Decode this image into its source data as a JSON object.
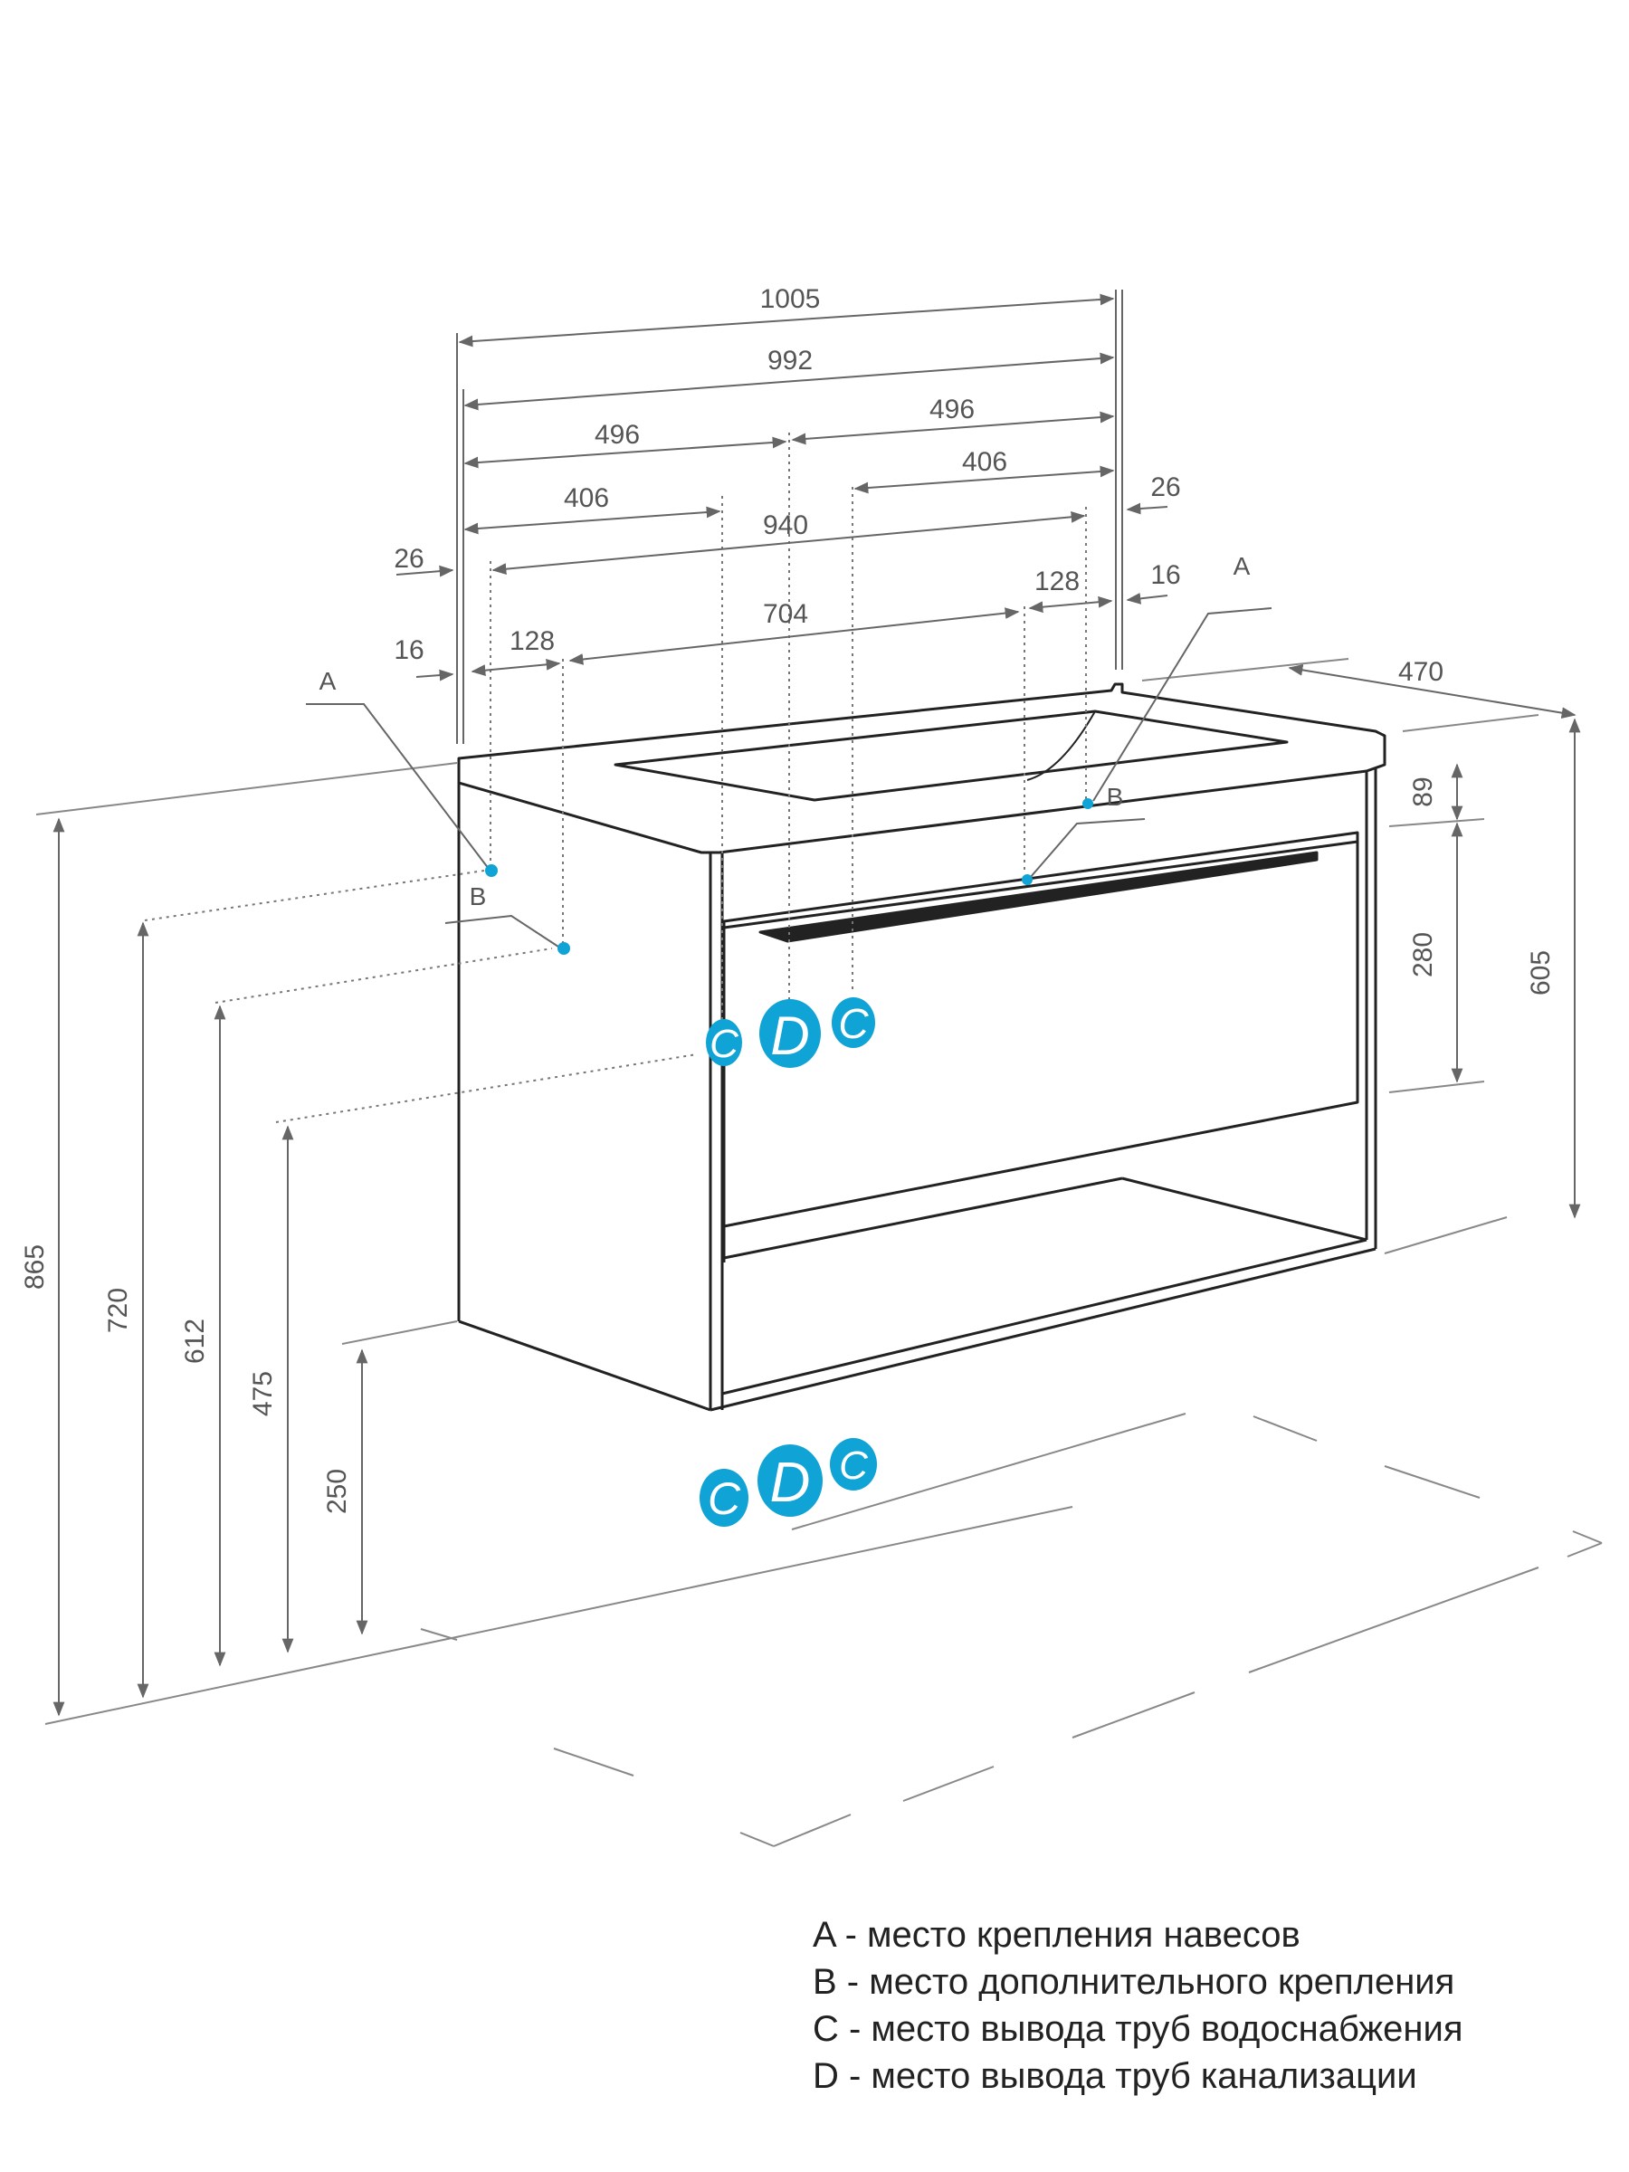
{
  "dimensions": {
    "width_total": "1005",
    "width_basin": "992",
    "half_left": "496",
    "half_right": "496",
    "left_406": "406",
    "right_406": "406",
    "right_26": "26",
    "width_940": "940",
    "left_26": "26",
    "left_16": "16",
    "right_16": "16",
    "right_128": "128",
    "left_128": "128",
    "span_704": "704",
    "depth_470": "470",
    "h_89": "89",
    "h_280": "280",
    "h_605": "605",
    "h_865": "865",
    "h_720": "720",
    "h_612": "612",
    "h_475": "475",
    "h_250": "250"
  },
  "markers": {
    "a_left": "A",
    "b_left": "B",
    "a_right": "A",
    "b_right": "B",
    "c": "C",
    "d": "D"
  },
  "legend": {
    "a": "A - место крепления навесов",
    "b": "B - место дополнительного крепления",
    "c": "C - место вывода труб водоснабжения",
    "d": "D - место вывода труб канализации"
  },
  "colors": {
    "outline": "#222222",
    "dimension": "#666666",
    "accent": "#0fa3d6"
  }
}
